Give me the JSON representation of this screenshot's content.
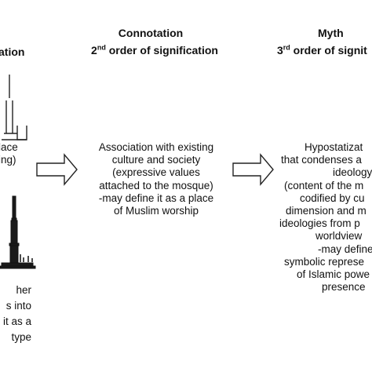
{
  "denotation": {
    "title_fragment": "ation",
    "upper_text": [
      "lace",
      "ing)"
    ],
    "lower_text": [
      "her",
      "s into",
      "it as a",
      "type"
    ]
  },
  "connotation": {
    "title": "Connotation",
    "subtitle_ordinal_num": "2",
    "subtitle_ordinal_sup": "nd",
    "subtitle_rest": " order of signification",
    "lines": [
      "Association with existing",
      "culture and society",
      "(expressive values",
      "attached to the mosque)",
      "-may define it as a place",
      "of Muslim worship"
    ]
  },
  "myth": {
    "title": "Myth",
    "subtitle_ordinal_num": "3",
    "subtitle_ordinal_sup": "rd",
    "subtitle_rest": " order of signit",
    "lines": [
      "Hypostatizat",
      "that condenses a",
      "ideology",
      "(content of the m",
      "codified by cu",
      "dimension and m",
      "ideologies from p",
      "worldview",
      "-may define",
      "symbolic represe",
      "of Islamic powe",
      "presence"
    ]
  },
  "colors": {
    "text": "#111111",
    "stroke": "#222222",
    "background": "#ffffff"
  }
}
